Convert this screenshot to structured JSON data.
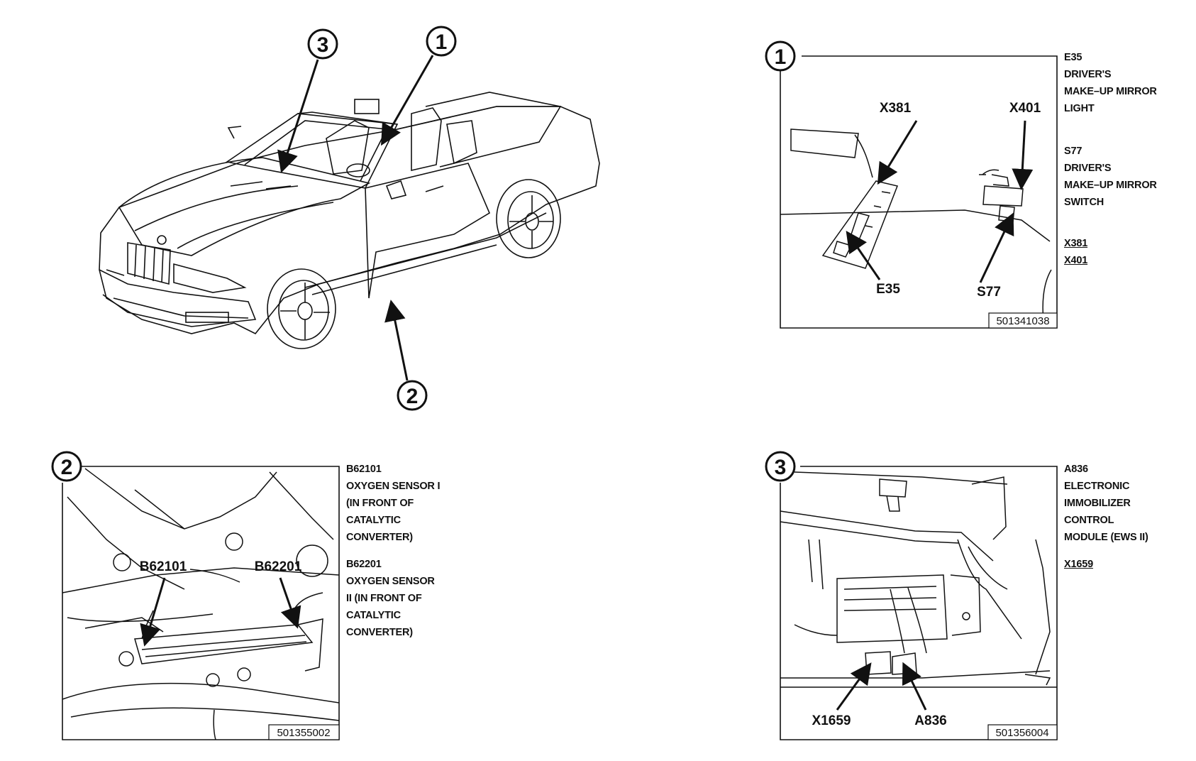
{
  "overview": {
    "callouts": [
      "1",
      "2",
      "3"
    ]
  },
  "panel1": {
    "number": "1",
    "labels": {
      "x381": "X381",
      "x401": "X401",
      "e35": "E35",
      "s77": "S77"
    },
    "ref": "501341038",
    "side": {
      "e35_code": "E35",
      "e35_l1": "DRIVER'S",
      "e35_l2": "MAKE–UP MIRROR",
      "e35_l3": "LIGHT",
      "s77_code": "S77",
      "s77_l1": "DRIVER'S",
      "s77_l2": "MAKE–UP MIRROR",
      "s77_l3": "SWITCH",
      "conn1": "X381",
      "conn2": "X401"
    }
  },
  "panel2": {
    "number": "2",
    "labels": {
      "b62101": "B62101",
      "b62201": "B62201"
    },
    "ref": "501355002",
    "side": {
      "b1_code": "B62101",
      "b1_l1": "OXYGEN SENSOR I",
      "b1_l2": "(IN FRONT OF",
      "b1_l3": "CATALYTIC",
      "b1_l4": "CONVERTER)",
      "b2_code": "B62201",
      "b2_l1": "OXYGEN SENSOR",
      "b2_l2": "II (IN FRONT OF",
      "b2_l3": "CATALYTIC",
      "b2_l4": "CONVERTER)"
    }
  },
  "panel3": {
    "number": "3",
    "labels": {
      "x1659": "X1659",
      "a836": "A836"
    },
    "ref": "501356004",
    "side": {
      "a_code": "A836",
      "a_l1": "ELECTRONIC",
      "a_l2": "IMMOBILIZER",
      "a_l3": "CONTROL",
      "a_l4": "MODULE (EWS II)",
      "conn1": "X1659"
    }
  }
}
